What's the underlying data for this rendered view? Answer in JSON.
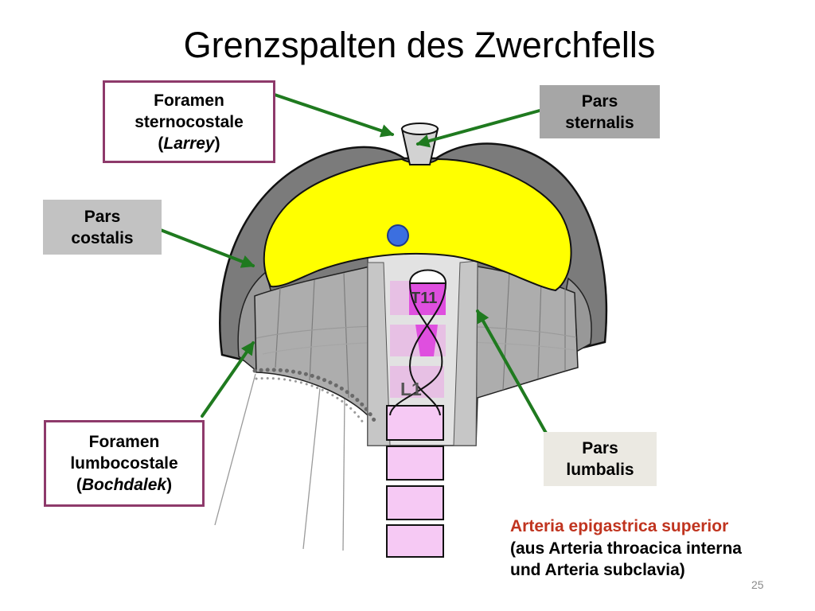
{
  "slide": {
    "title": "Grenzspalten des Zwerchfells",
    "page_number": "25"
  },
  "labels": {
    "foramen_sternocostale": {
      "line1": "Foramen",
      "line2": "sternocostale",
      "line3_open": "(",
      "line3_name": "Larrey",
      "line3_close": ")"
    },
    "pars_sternalis": {
      "line1": "Pars",
      "line2": "sternalis"
    },
    "pars_costalis": {
      "line1": "Pars",
      "line2": "costalis"
    },
    "foramen_lumbocostale": {
      "line1": "Foramen",
      "line2": "lumbocostale",
      "line3_open": "(",
      "line3_name": "Bochdalek",
      "line3_close": ")"
    },
    "pars_lumbalis": {
      "line1": "Pars",
      "line2": "lumbalis"
    }
  },
  "note": {
    "line1": "Arteria epigastrica superior",
    "line2": "(aus Arteria throacica interna",
    "line3": "und Arteria subclavia)"
  },
  "vertebrae": {
    "t11": "T11",
    "l1": "L1"
  },
  "colors": {
    "label_box_border": "#8e3a6b",
    "arrow": "#1f7a1f",
    "central_tendon": "#ffff00",
    "marker_dot": "#3b6fe0",
    "note_highlight": "#c0341f",
    "vertebra_highlight": "#df4fdf",
    "vertebra": "#f6c9f4"
  }
}
